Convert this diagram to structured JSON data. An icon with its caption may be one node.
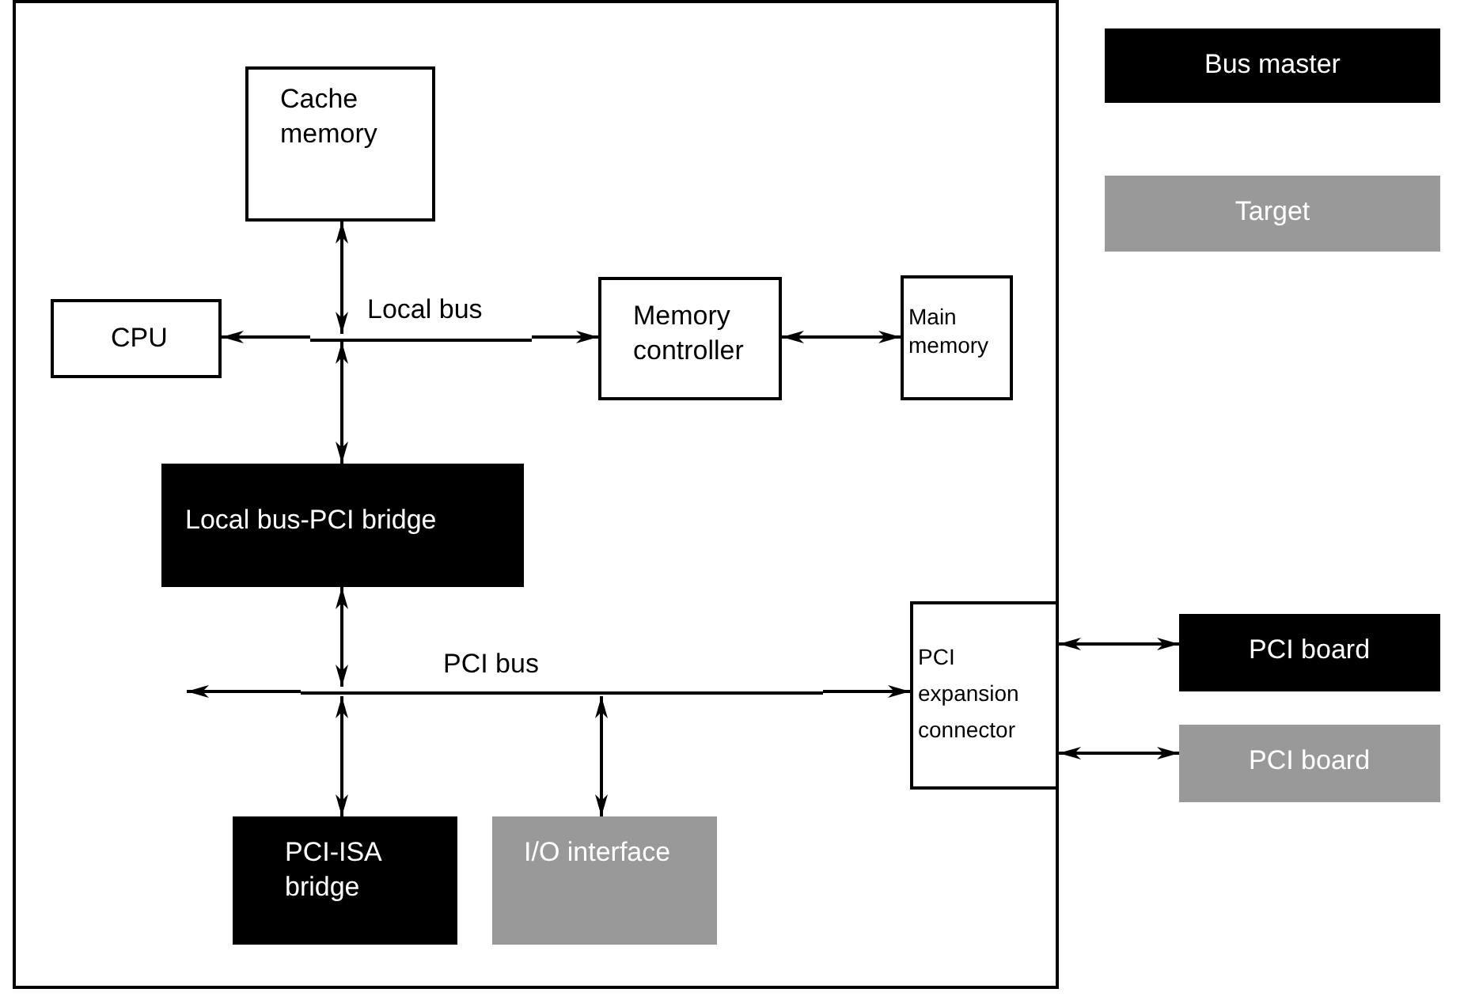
{
  "diagram": {
    "nodes": [
      {
        "text": [
          "Cache memory"
        ]
      },
      {
        "text": [
          "CPU"
        ]
      },
      {
        "text": [],
        "shape": "bar",
        "beside": [
          "Local bus"
        ]
      },
      {
        "text": [
          "Memory controller"
        ]
      },
      {
        "text": [
          "Main memory"
        ]
      },
      {
        "text": [
          "Local bus-PCI bridge"
        ]
      },
      {
        "text": [],
        "shape": "bar",
        "beside": [
          "PCI bus"
        ]
      },
      {
        "text": [
          "PCI expansion connector"
        ]
      },
      {
        "text": [
          "PCI-ISA bridge"
        ]
      },
      {
        "text": [
          "I/O interface"
        ]
      },
      {
        "text": [
          "PCI board"
        ]
      },
      {
        "text": [
          "PCI board"
        ]
      }
    ],
    "edges": [
      {
        "from": 0,
        "to": 2,
        "arrow": "both"
      },
      {
        "from": 2,
        "to": 1,
        "arrow": "to"
      },
      {
        "from": 2,
        "to": 3,
        "arrow": "to"
      },
      {
        "from": 3,
        "to": 4,
        "arrow": "both"
      },
      {
        "from": 2,
        "to": 5,
        "arrow": "both"
      },
      {
        "from": 5,
        "to": 6,
        "arrow": "both"
      },
      {
        "from": 6,
        "to": null,
        "arrow": "to"
      },
      {
        "from": 6,
        "to": 7,
        "arrow": "to"
      },
      {
        "from": 6,
        "to": 8,
        "arrow": "both"
      },
      {
        "from": 6,
        "to": 9,
        "arrow": "both"
      },
      {
        "from": 7,
        "to": 10,
        "arrow": "both"
      },
      {
        "from": 7,
        "to": 11,
        "arrow": "both"
      }
    ],
    "legend": [
      {
        "text": "Bus master",
        "color": "#000000"
      },
      {
        "text": "Target",
        "color": "#999999"
      }
    ]
  }
}
